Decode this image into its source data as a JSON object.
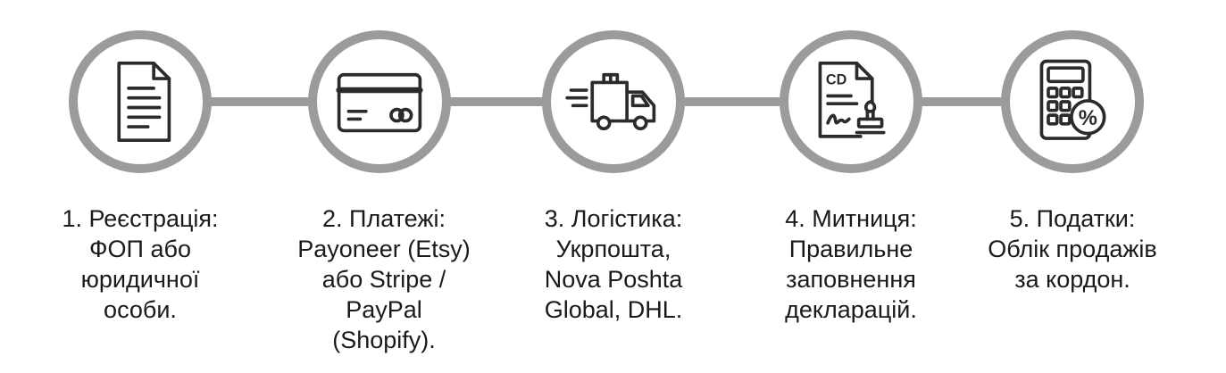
{
  "steps": [
    {
      "icon": "document-icon",
      "label_lines": [
        "1. Реєстрація:",
        "ФОП або",
        "юридичної",
        "особи."
      ]
    },
    {
      "icon": "credit-card-icon",
      "label_lines": [
        "2. Платежі:",
        "Payoneer (Etsy)",
        "або Stripe /",
        "PayPal",
        "(Shopify)."
      ]
    },
    {
      "icon": "delivery-truck-icon",
      "label_lines": [
        "3. Логістика:",
        "Укрпошта,",
        "Nova Poshta",
        "Global, DHL."
      ]
    },
    {
      "icon": "customs-declaration-stamp-icon",
      "icon_text": "CD",
      "label_lines": [
        "4. Митниця:",
        "Правильне",
        "заповнення",
        "декларацій."
      ]
    },
    {
      "icon": "calculator-percent-icon",
      "icon_text": "%",
      "label_lines": [
        "5. Податки:",
        "Облік продажів",
        "за кордон."
      ]
    }
  ],
  "colors": {
    "ring": "#9b9b9b",
    "connector": "#9b9b9b",
    "icon_stroke": "#2b2b2b",
    "text": "#1a1a1a",
    "background": "#ffffff"
  }
}
